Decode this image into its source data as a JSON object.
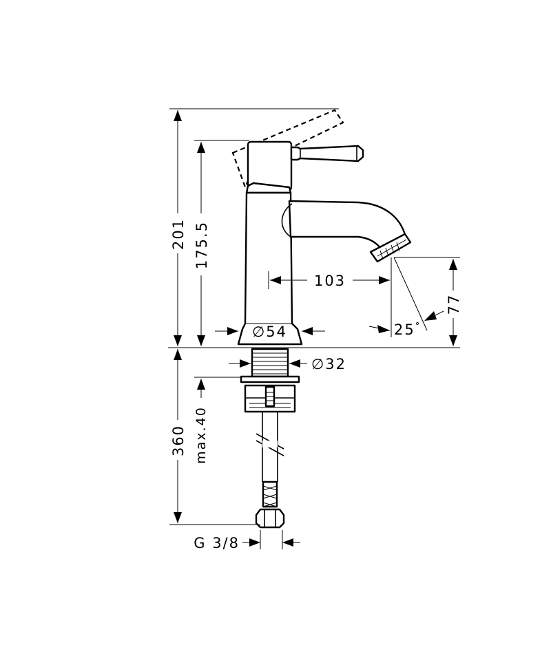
{
  "dimensions": {
    "total_height": "201",
    "spout_height": "175.5",
    "spout_reach": "103",
    "outlet_clearance": "77",
    "swivel_angle": "25",
    "base_diameter": "54",
    "shank_diameter": "32",
    "max_deck_thickness": "max.40",
    "hose_length": "360",
    "connection_thread": "G 3/8"
  },
  "symbols": {
    "diameter": "∅",
    "degree": "°"
  }
}
